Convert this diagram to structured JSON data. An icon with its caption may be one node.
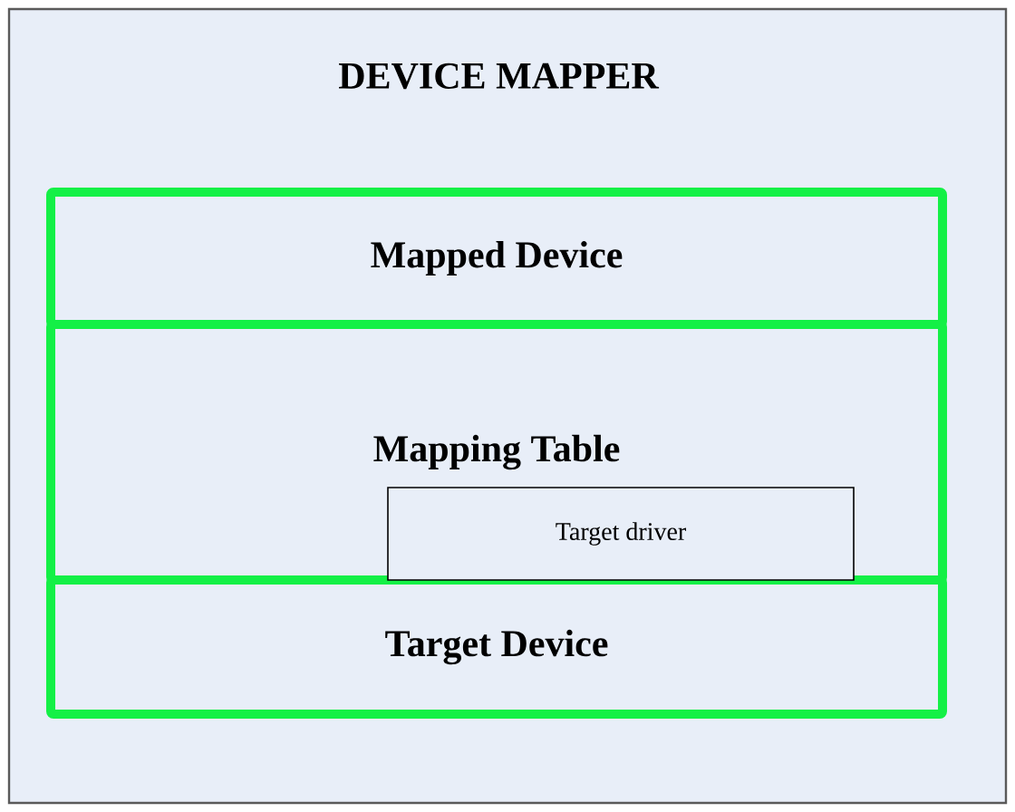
{
  "diagram": {
    "nodes": [
      {
        "text": [
          "DEVICE MAPPER"
        ]
      },
      {
        "text": [
          "Mapped Device"
        ],
        "in": 0
      },
      {
        "text": [
          "Mapping Table"
        ],
        "in": 0
      },
      {
        "text": [
          "Target Device"
        ],
        "in": 0
      },
      {
        "text": [
          "Target driver"
        ],
        "in": 2
      }
    ]
  }
}
